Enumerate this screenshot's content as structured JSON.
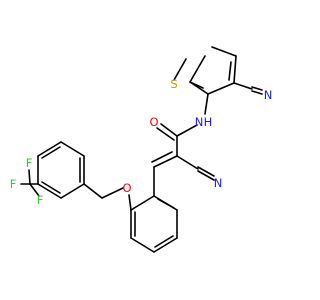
{
  "molecule": {
    "atoms": {
      "sulfur": "S",
      "nitrile_n_top": "N",
      "amide_o": "O",
      "amide_n": "N",
      "amide_h": "H",
      "nitrile_n_mid": "N",
      "ether_o": "O",
      "fluorine_1": "F",
      "fluorine_2": "F",
      "fluorine_3": "F"
    },
    "colors": {
      "bond": "#000000",
      "sulfur": "#b8a200",
      "nitrogen": "#1a1aff",
      "oxygen": "#ff0000",
      "fluorine": "#33cc33"
    }
  }
}
